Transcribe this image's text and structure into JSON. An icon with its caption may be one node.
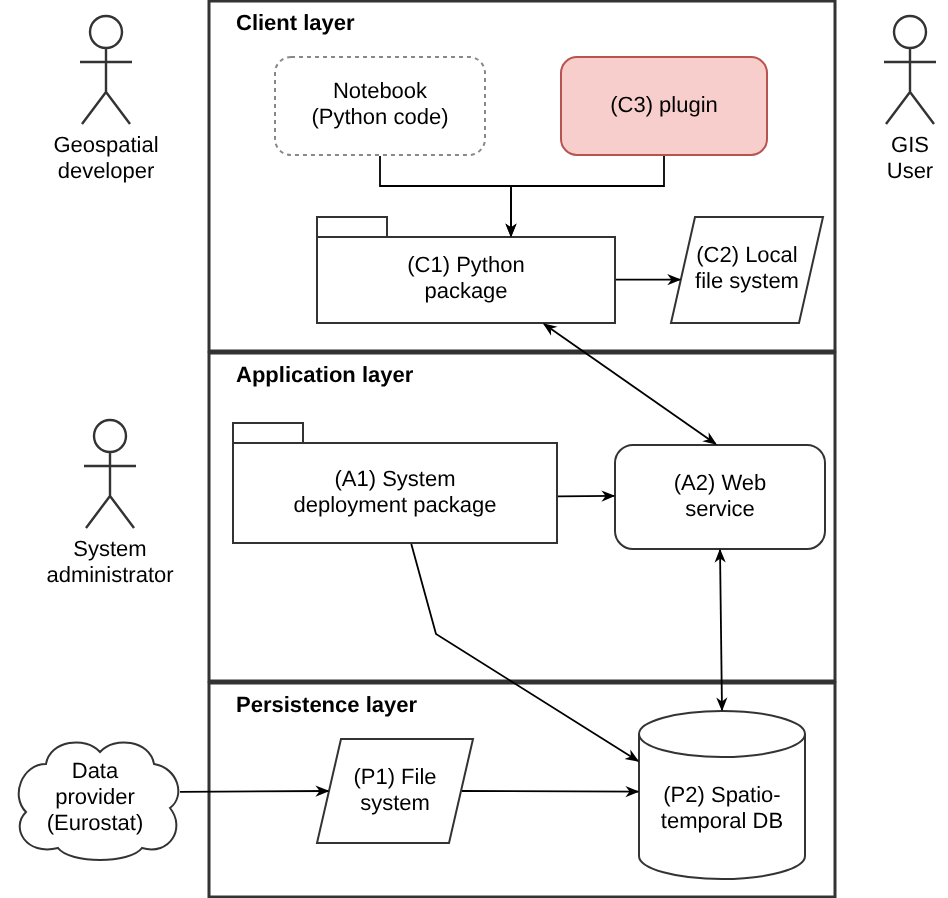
{
  "diagram": {
    "nodes": [
      {
        "text": [
          "Client layer"
        ]
      },
      {
        "text": [
          "Notebook (Python code)"
        ],
        "in": 0
      },
      {
        "text": [
          "(C3) plugin"
        ],
        "in": 0
      },
      {
        "text": [
          "(C1) Python package"
        ],
        "in": 0
      },
      {
        "text": [
          "(C2) Local file system"
        ],
        "in": 0
      },
      {
        "text": [
          "Application layer"
        ]
      },
      {
        "text": [
          "(A1) System deployment package"
        ],
        "in": 5
      },
      {
        "text": [
          "(A2) Web service"
        ],
        "in": 5
      },
      {
        "text": [
          "Persistence layer"
        ]
      },
      {
        "text": [
          "(P1) File system"
        ],
        "in": 8
      },
      {
        "text": [
          "(P2) Spatio-temporal DB"
        ],
        "in": 8
      },
      {
        "text": [
          "Data provider (Eurostat)"
        ]
      },
      {
        "text": [
          "Geospatial developer"
        ]
      },
      {
        "text": [
          "GIS User"
        ]
      },
      {
        "text": [
          "System administrator"
        ]
      }
    ],
    "edges": [
      {
        "from": 1,
        "to": 3,
        "arrow": "to"
      },
      {
        "from": 2,
        "to": 3,
        "arrow": "to"
      },
      {
        "from": 3,
        "to": 4,
        "arrow": "to"
      },
      {
        "from": 3,
        "to": 7,
        "arrow": "both"
      },
      {
        "from": 6,
        "to": 7,
        "arrow": "to"
      },
      {
        "from": 7,
        "to": 10,
        "arrow": "both"
      },
      {
        "from": 6,
        "to": 10,
        "arrow": "to"
      },
      {
        "from": 11,
        "to": 9,
        "arrow": "to"
      },
      {
        "from": 9,
        "to": 10,
        "arrow": "to"
      }
    ]
  }
}
